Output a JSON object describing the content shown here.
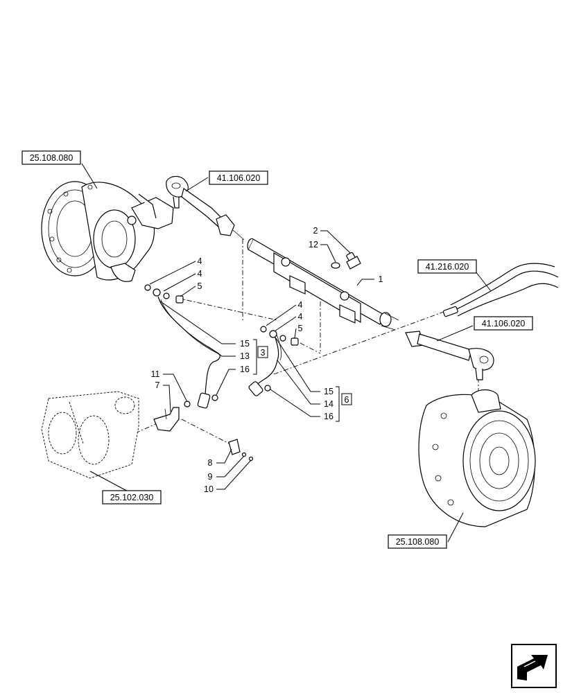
{
  "references": {
    "ref_top_left": "25.108.080",
    "ref_tie_rod_left": "41.106.020",
    "ref_hoses": "41.216.020",
    "ref_tie_rod_right": "41.106.020",
    "ref_axle_housing": "25.102.030",
    "ref_bottom_right": "25.108.080"
  },
  "callouts": {
    "c1": "1",
    "c2": "2",
    "c12": "12",
    "c4a": "4",
    "c4b": "4",
    "c5a": "5",
    "c4c": "4",
    "c4d": "4",
    "c5b": "5",
    "c15a": "15",
    "c13": "13",
    "c16a": "16",
    "c15b": "15",
    "c14": "14",
    "c16b": "16",
    "c11": "11",
    "c7": "7",
    "c8": "8",
    "c9": "9",
    "c10": "10"
  },
  "groups": {
    "g3": "3",
    "g6": "6"
  },
  "icons": {
    "corner": "next-page-arrow-icon"
  }
}
